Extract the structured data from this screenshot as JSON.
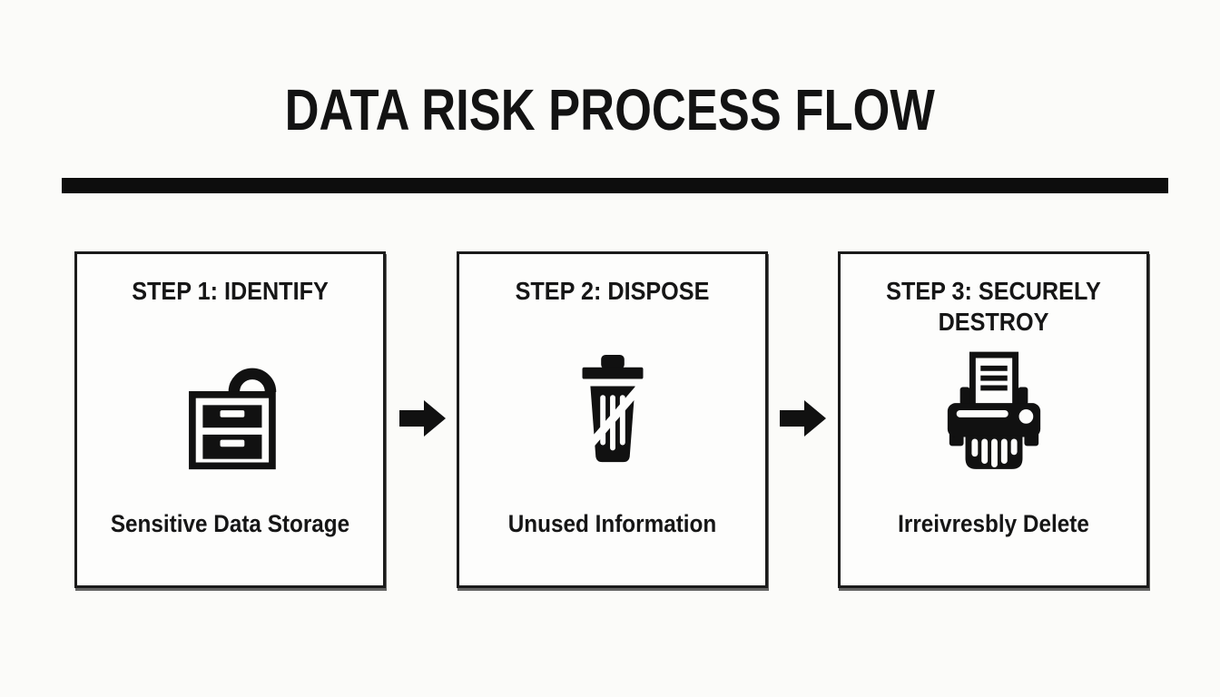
{
  "title": "DATA RISK PROCESS FLOW",
  "steps": [
    {
      "header": "STEP 1: IDENTIFY",
      "caption": "Sensitive Data Storage",
      "icon": "file-cabinet-unlocked"
    },
    {
      "header": "STEP 2: DISPOSE",
      "caption": "Unused Information",
      "icon": "trash-can-slashed"
    },
    {
      "header": "STEP 3: SECURELY DESTROY",
      "caption": "Irreivresbly Delete",
      "icon": "paper-shredder"
    }
  ],
  "colors": {
    "ink": "#131313",
    "background": "#fbfbf9",
    "box_fill": "#fdfdfc",
    "box_border": "#1b1b1b",
    "divider": "#0d0d0d"
  }
}
